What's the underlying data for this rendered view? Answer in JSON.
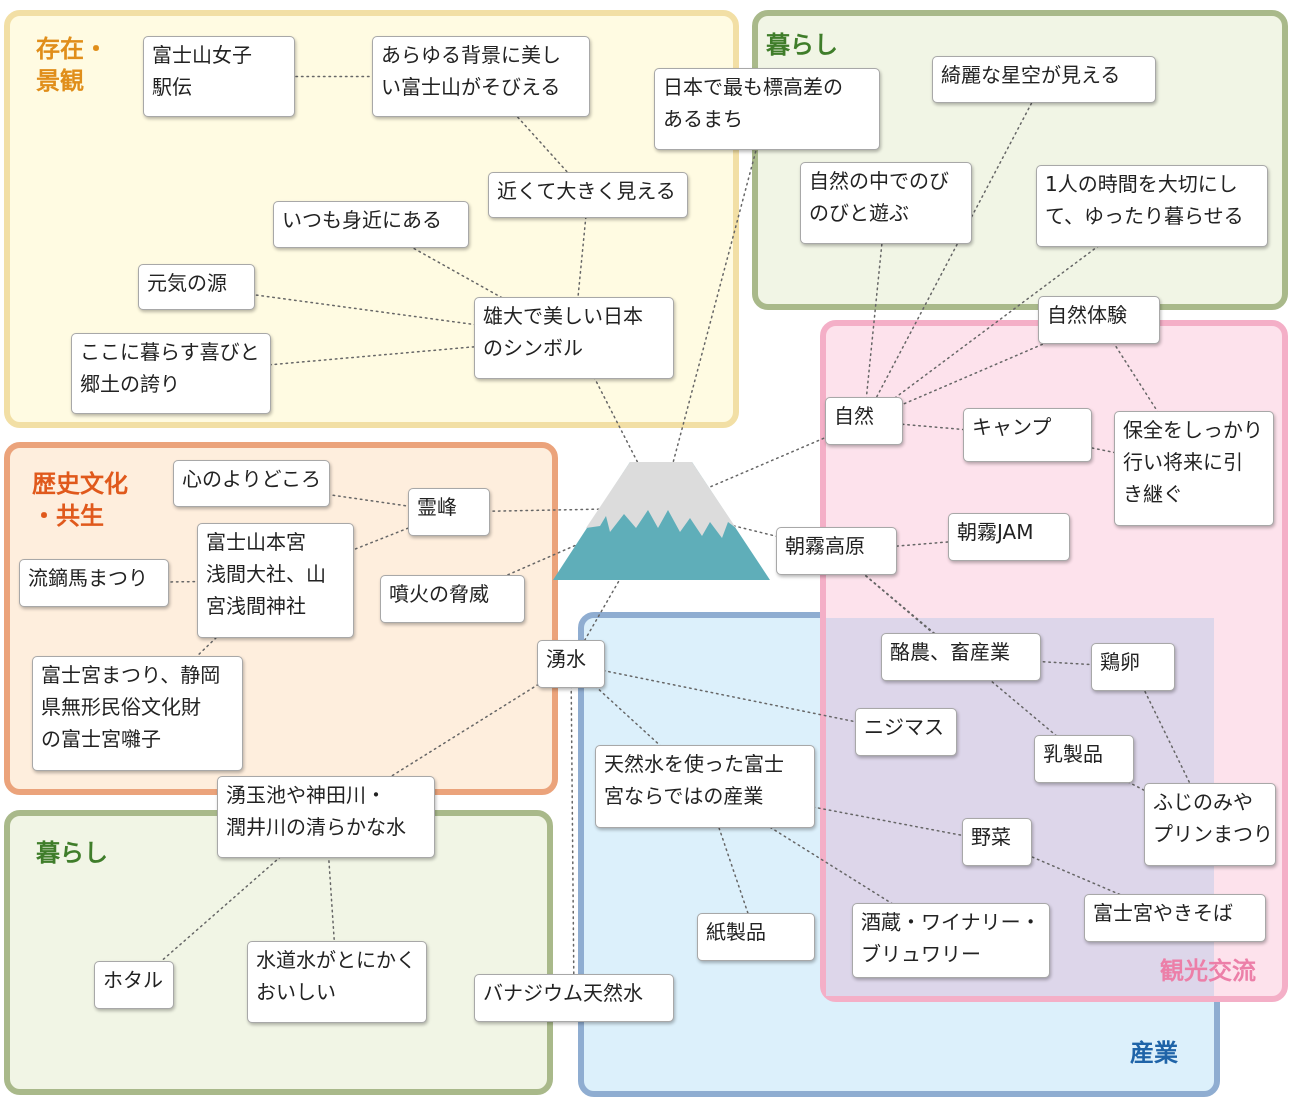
{
  "regions": {
    "existence": {
      "title_lines": [
        "存在・",
        "景観"
      ],
      "color": "#f2dfa5",
      "fill": "#fffbe2",
      "title_color": "#e08e1a"
    },
    "kurashi_top": {
      "title": "暮らし",
      "color": "#a9b98a",
      "fill": "#f1f5e5",
      "title_color": "#3f7d2a"
    },
    "history": {
      "title_lines": [
        "歴史文化",
        "・共生"
      ],
      "color": "#eba37b",
      "fill": "#feeedd",
      "title_color": "#e0591c"
    },
    "kanko": {
      "title": "観光交流",
      "color": "#f4afc7",
      "fill": "#fde2ec",
      "title_color": "#ec7fa8"
    },
    "kurashi_bottom": {
      "title": "暮らし",
      "color": "#a9b98a",
      "fill": "#f1f5e5",
      "title_color": "#3f7d2a"
    },
    "sangyo": {
      "title": "産業",
      "color": "#8fadd1",
      "fill": "#dcf0fb",
      "title_color": "#1f64a8"
    },
    "overlap_fill": "#ddd6ea"
  },
  "mountain": {
    "name": "mount-fuji-icon",
    "snow_color": "#dcdcdc",
    "body_color": "#5faeb9"
  },
  "nodes": {
    "n1": {
      "lines": [
        "富士山女子",
        "駅伝"
      ]
    },
    "n2": {
      "lines": [
        "あらゆる背景に美し",
        "い富士山がそびえる"
      ]
    },
    "n3": {
      "lines": [
        "日本で最も標高差の",
        "あるまち"
      ]
    },
    "n4": {
      "lines": [
        "近くて大きく見える"
      ]
    },
    "n5": {
      "lines": [
        "いつも身近にある"
      ]
    },
    "n6": {
      "lines": [
        "元気の源"
      ]
    },
    "n7": {
      "lines": [
        "雄大で美しい日本",
        "のシンボル"
      ]
    },
    "n8": {
      "lines": [
        "ここに暮らす喜びと",
        "郷土の誇り"
      ]
    },
    "n9": {
      "lines": [
        "綺麗な星空が見える"
      ]
    },
    "n10": {
      "lines": [
        "自然の中でのび",
        "のびと遊ぶ"
      ]
    },
    "n11": {
      "lines": [
        "1人の時間を大切にし",
        "て、ゆったり暮らせる"
      ]
    },
    "n12": {
      "lines": [
        "自然体験"
      ]
    },
    "n13": {
      "lines": [
        "自然"
      ]
    },
    "n14": {
      "lines": [
        "キャンプ"
      ]
    },
    "n15": {
      "lines": [
        "保全をしっかり",
        "行い将来に引",
        "き継ぐ"
      ]
    },
    "n16": {
      "lines": [
        "心のよりどころ"
      ]
    },
    "n17": {
      "lines": [
        "霊峰"
      ]
    },
    "n18": {
      "lines": [
        "富士山本宮",
        "浅間大社、山",
        "宮浅間神社"
      ]
    },
    "n19": {
      "lines": [
        "流鏑馬まつり"
      ]
    },
    "n20": {
      "lines": [
        "噴火の脅威"
      ]
    },
    "n21": {
      "lines": [
        "朝霧高原"
      ]
    },
    "n22": {
      "lines": [
        "朝霧JAM"
      ]
    },
    "n23": {
      "lines": [
        "富士宮まつり、静岡",
        "県無形民俗文化財",
        "の富士宮囃子"
      ]
    },
    "n24": {
      "lines": [
        "湧水"
      ]
    },
    "n25": {
      "lines": [
        "酪農、畜産業"
      ]
    },
    "n26": {
      "lines": [
        "鶏卵"
      ]
    },
    "n27": {
      "lines": [
        "ニジマス"
      ]
    },
    "n28": {
      "lines": [
        "乳製品"
      ]
    },
    "n29": {
      "lines": [
        "湧玉池や神田川・",
        "潤井川の清らかな水"
      ]
    },
    "n30": {
      "lines": [
        "天然水を使った富士",
        "宮ならではの産業"
      ]
    },
    "n31": {
      "lines": [
        "ふじのみや",
        "プリンまつり"
      ]
    },
    "n32": {
      "lines": [
        "野菜"
      ]
    },
    "n33": {
      "lines": [
        "富士宮やきそば"
      ]
    },
    "n34": {
      "lines": [
        "酒蔵・ワイナリー・",
        "ブリュワリー"
      ]
    },
    "n35": {
      "lines": [
        "紙製品"
      ]
    },
    "n36": {
      "lines": [
        "ホタル"
      ]
    },
    "n37": {
      "lines": [
        "水道水がとにかく",
        "おいしい"
      ]
    },
    "n38": {
      "lines": [
        "バナジウム天然水"
      ]
    }
  },
  "links": [
    [
      "n1",
      "n2"
    ],
    [
      "n2",
      "n4"
    ],
    [
      "n4",
      "n7"
    ],
    [
      "n5",
      "n7"
    ],
    [
      "n6",
      "n7"
    ],
    [
      "n8",
      "n7"
    ],
    [
      "n7",
      "fuji"
    ],
    [
      "n3",
      "fuji"
    ],
    [
      "n16",
      "n17"
    ],
    [
      "n17",
      "fuji"
    ],
    [
      "n17",
      "n18"
    ],
    [
      "n19",
      "n18"
    ],
    [
      "n18",
      "n23"
    ],
    [
      "n20",
      "fuji"
    ],
    [
      "n13",
      "fuji"
    ],
    [
      "n13",
      "n9"
    ],
    [
      "n13",
      "n10"
    ],
    [
      "n13",
      "n11"
    ],
    [
      "n13",
      "n12"
    ],
    [
      "n13",
      "n14"
    ],
    [
      "n14",
      "n15"
    ],
    [
      "n15",
      "n12"
    ],
    [
      "n21",
      "fuji"
    ],
    [
      "n21",
      "n22"
    ],
    [
      "n21",
      "n28"
    ],
    [
      "n21",
      "n25"
    ],
    [
      "n24",
      "fuji"
    ],
    [
      "n24",
      "n29"
    ],
    [
      "n24",
      "n27"
    ],
    [
      "n24",
      "n30"
    ],
    [
      "n24",
      "n38"
    ],
    [
      "n29",
      "n36"
    ],
    [
      "n29",
      "n37"
    ],
    [
      "n30",
      "n35"
    ],
    [
      "n30",
      "n32"
    ],
    [
      "n30",
      "n34"
    ],
    [
      "n25",
      "n26"
    ],
    [
      "n26",
      "n31"
    ],
    [
      "n28",
      "n31"
    ],
    [
      "n32",
      "n33"
    ]
  ]
}
